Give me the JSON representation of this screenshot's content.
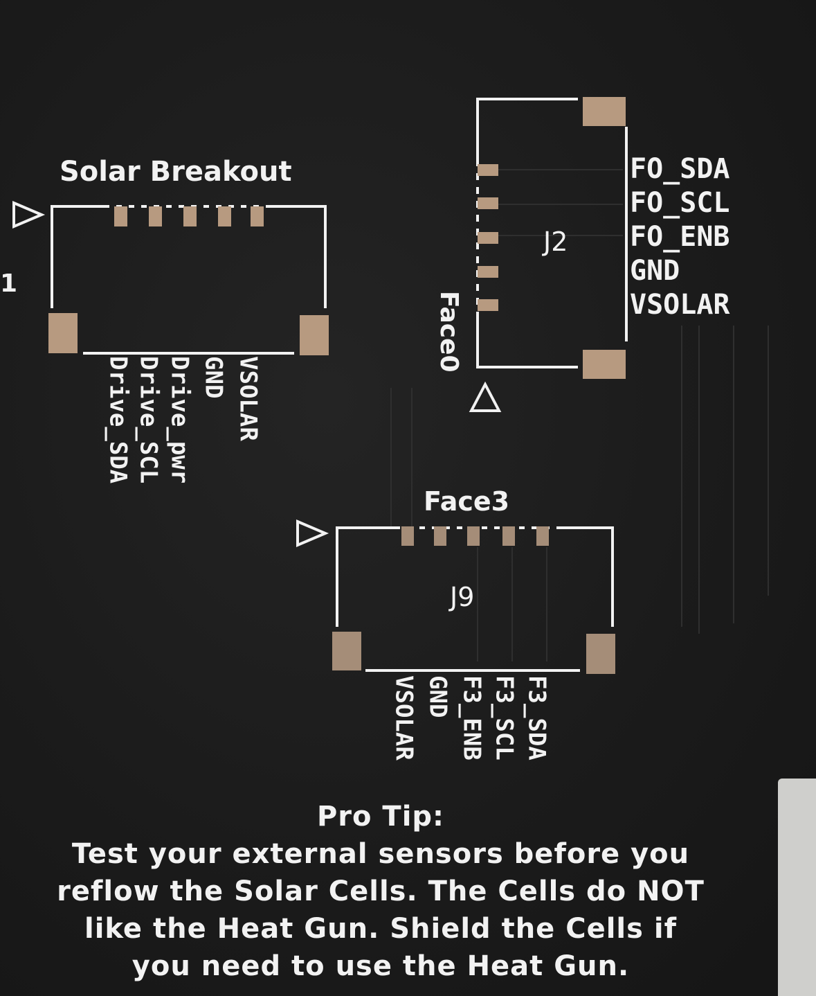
{
  "solar_breakout": {
    "title": "Solar Breakout",
    "ref_fragment": "1",
    "pin_labels": [
      "VSOLAR",
      "GND",
      "Drive_pwr",
      "Drive_SCL",
      "Drive_SDA"
    ]
  },
  "j2": {
    "name": "Face0",
    "ref": "J2",
    "pin_labels": [
      "FO_SDA",
      "FO_SCL",
      "FO_ENB",
      "GND",
      "VSOLAR"
    ]
  },
  "j9": {
    "name": "Face3",
    "ref": "J9",
    "pin_labels": [
      "F3_SDA",
      "F3_SCL",
      "F3_ENB",
      "GND",
      "VSOLAR"
    ]
  },
  "pro_tip": {
    "heading": "Pro Tip:",
    "lines": [
      "Test your external sensors before you",
      "reflow the Solar Cells. The Cells do NOT",
      "like the Heat Gun. Shield the Cells if",
      "you need to use the Heat Gun."
    ]
  },
  "colors": {
    "board": "#1c1c1c",
    "silkscreen": "#f2f2f2",
    "pad": "#b79a80"
  }
}
